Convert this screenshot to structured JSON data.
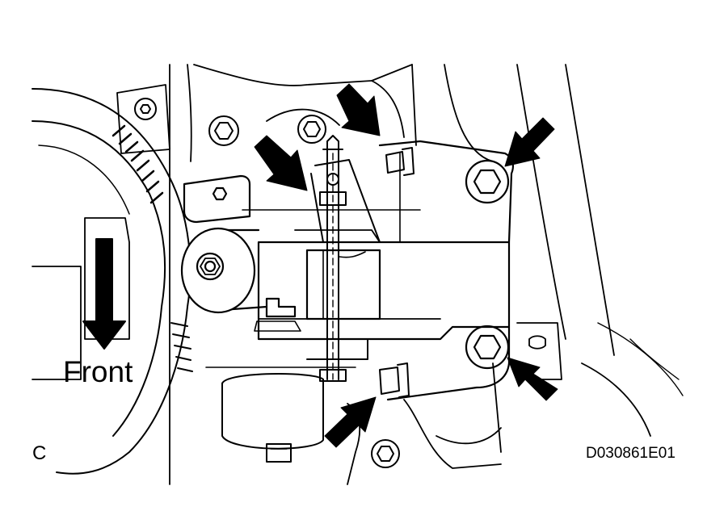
{
  "labels": {
    "front": "Front",
    "corner_letter": "C",
    "figure_id": "D030861E01"
  },
  "icons": {
    "direction_arrow": "down-arrow-icon",
    "callout_arrow": "callout-arrow-icon",
    "bolt": "hex-bolt-icon"
  },
  "colors": {
    "line": "#000000",
    "background": "#ffffff"
  }
}
